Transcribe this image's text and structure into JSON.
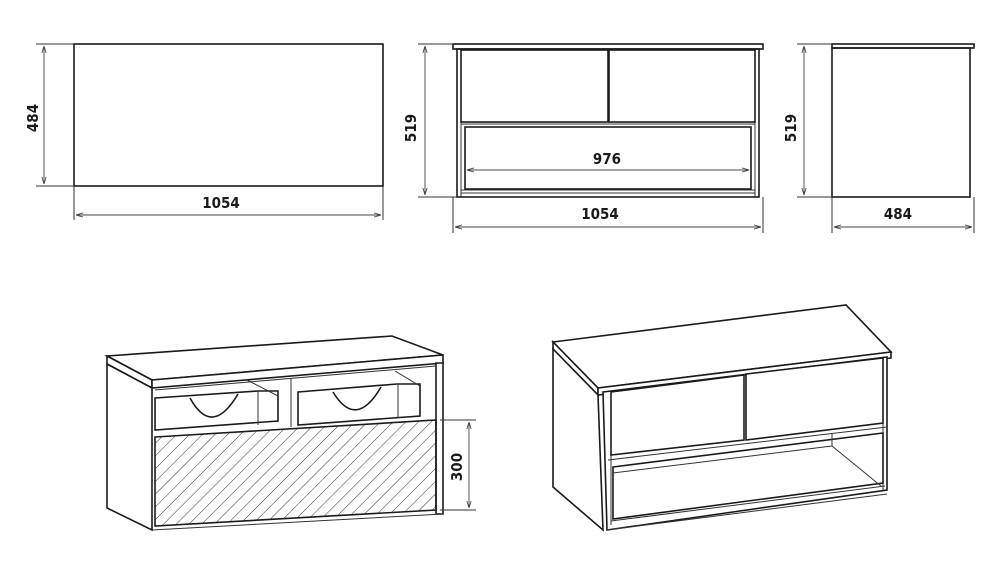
{
  "colors": {
    "line": "#1a1a1a",
    "background": "#ffffff",
    "hatch": "#333333"
  },
  "views": {
    "top": {
      "width_label": "1054",
      "depth_label": "484"
    },
    "front": {
      "height_label": "519",
      "inner_width_label": "976",
      "width_label": "1054"
    },
    "side": {
      "height_label": "519",
      "depth_label": "484"
    },
    "iso_drawers": {
      "front_height_label": "300"
    }
  }
}
